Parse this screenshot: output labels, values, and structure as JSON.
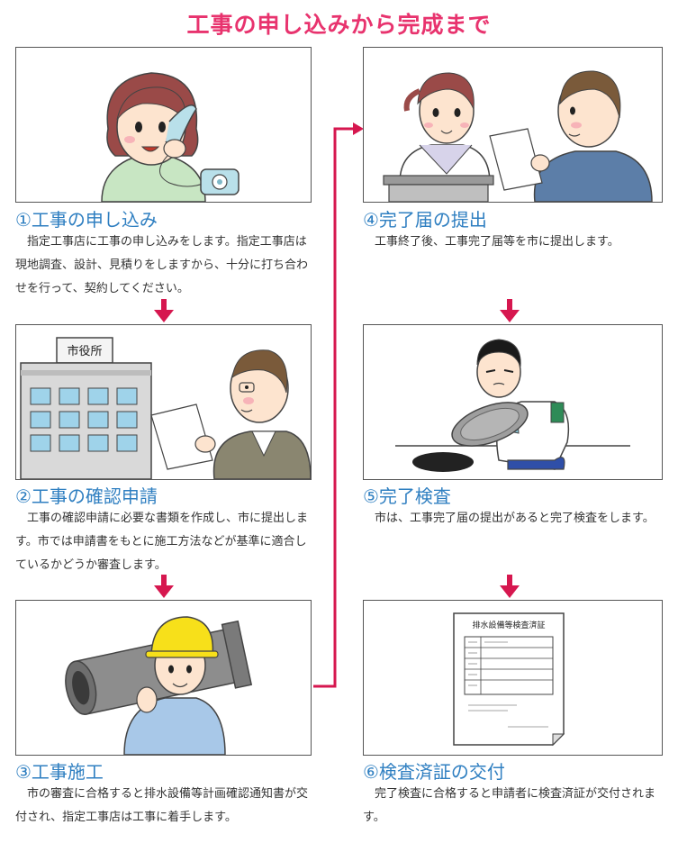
{
  "page_title": "工事の申し込みから完成まで",
  "colors": {
    "title": "#e8336e",
    "step_title": "#2f7fc1",
    "arrow": "#d6174f",
    "text": "#333333"
  },
  "steps": [
    {
      "title": "①工事の申し込み",
      "body": "指定工事店に工事の申し込みをします。指定工事店は現地調査、設計、見積りをしますから、十分に打ち合わせを行って、契約してください。"
    },
    {
      "title": "②工事の確認申請",
      "body": "工事の確認申請に必要な書類を作成し、市に提出します。市では申請書をもとに施工方法などが基準に適合しているかどうか審査します。"
    },
    {
      "title": "③工事施工",
      "body": "市の審査に合格すると排水設備等計画確認通知書が交付され、指定工事店は工事に着手します。"
    },
    {
      "title": "④完了届の提出",
      "body": "工事終了後、工事完了届等を市に提出します。"
    },
    {
      "title": "⑤完了検査",
      "body": "市は、工事完了届の提出があると完了検査をします。"
    },
    {
      "title": "⑥検査済証の交付",
      "body": "完了検査に合格すると申請者に検査済証が交付されます。"
    }
  ],
  "illustrations": {
    "city_hall_sign": "市役所",
    "certificate_title": "排水設備等検査済証"
  },
  "icons": [
    "phone-icon",
    "down-arrow-icon",
    "flow-arrow-icon",
    "manhole-icon",
    "certificate-icon"
  ]
}
